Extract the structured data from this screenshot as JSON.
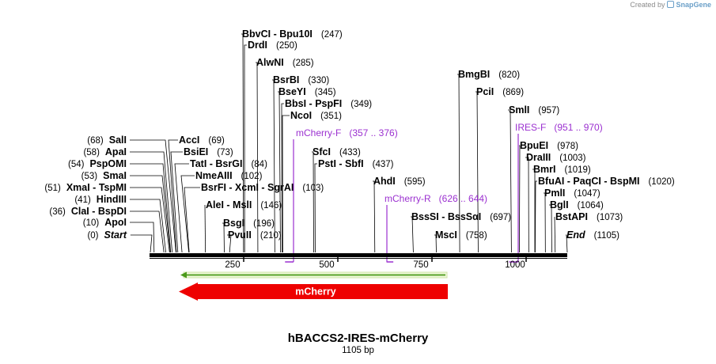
{
  "credit": {
    "prefix": "Created by",
    "brand": "SnapGene"
  },
  "title": "hBACCS2-IRES-mCherry",
  "subtitle": "1105 bp",
  "axis": {
    "ticks": [
      "250",
      "500",
      "750",
      "1000"
    ]
  },
  "feature": {
    "label": "mCherry",
    "arrow_color": "#ee0000",
    "orf_color": "#4a9a1a",
    "orf_fill": "#eef8d8"
  },
  "colors": {
    "primer": "#9b30d0",
    "text": "#000000",
    "line": "#000000"
  },
  "left_labels": [
    {
      "pos": "(0)",
      "name": "Start",
      "italic": true
    },
    {
      "pos": "(10)",
      "name": "ApoI"
    },
    {
      "pos": "(36)",
      "name": "ClaI  -  BspDI"
    },
    {
      "pos": "(41)",
      "name": "HindIII"
    },
    {
      "pos": "(51)",
      "name": "XmaI  -  TspMI"
    },
    {
      "pos": "(53)",
      "name": "SmaI"
    },
    {
      "pos": "(54)",
      "name": "PspOMI"
    },
    {
      "pos": "(58)",
      "name": "ApaI"
    },
    {
      "pos": "(68)",
      "name": "SalI"
    }
  ],
  "right_labels": [
    {
      "name": "AccI",
      "pos": "(69)"
    },
    {
      "name": "BsiEI",
      "pos": "(73)"
    },
    {
      "name": "TatI  -  BsrGI",
      "pos": "(84)"
    },
    {
      "name": "NmeAIII",
      "pos": "(102)"
    },
    {
      "name": "BsrFI  -  XcmI  -  SgrAI",
      "pos": "(103)"
    },
    {
      "name": "AleI  -  MslI",
      "pos": "(146)"
    },
    {
      "name": "BsgI",
      "pos": "(196)"
    },
    {
      "name": "PvuII",
      "pos": "(210)"
    },
    {
      "name": "BbvCI  -  Bpu10I",
      "pos": "(247)"
    },
    {
      "name": "DrdI",
      "pos": "(250)"
    },
    {
      "name": "AlwNI",
      "pos": "(285)"
    },
    {
      "name": "BsrBI",
      "pos": "(330)"
    },
    {
      "name": "BseYI",
      "pos": "(345)"
    },
    {
      "name": "BbsI  -  PspFI",
      "pos": "(349)"
    },
    {
      "name": "NcoI",
      "pos": "(351)"
    },
    {
      "name": "SfcI",
      "pos": "(433)"
    },
    {
      "name": "PstI  -  SbfI",
      "pos": "(437)"
    },
    {
      "name": "AhdI",
      "pos": "(595)"
    },
    {
      "name": "BssSI  -  BssSαI",
      "pos": "(697)"
    },
    {
      "name": "MscI",
      "pos": "(758)"
    },
    {
      "name": "BmgBI",
      "pos": "(820)"
    },
    {
      "name": "PciI",
      "pos": "(869)"
    },
    {
      "name": "SmlI",
      "pos": "(957)"
    },
    {
      "name": "BpuEI",
      "pos": "(978)"
    },
    {
      "name": "DraIII",
      "pos": "(1003)"
    },
    {
      "name": "BmrI",
      "pos": "(1019)"
    },
    {
      "name": "BfuAI  -  PaqCI  -  BspMI",
      "pos": "(1020)"
    },
    {
      "name": "PmlI",
      "pos": "(1047)"
    },
    {
      "name": "BglI",
      "pos": "(1064)"
    },
    {
      "name": "BstAPI",
      "pos": "(1073)"
    },
    {
      "name": "End",
      "pos": "(1105)",
      "italic": true
    }
  ],
  "primers": [
    {
      "name": "mCherry-F",
      "range": "(357 .. 376)"
    },
    {
      "name": "mCherry-R",
      "range": "(626 .. 644)"
    },
    {
      "name": "IRES-F",
      "range": "(951 .. 970)"
    }
  ]
}
